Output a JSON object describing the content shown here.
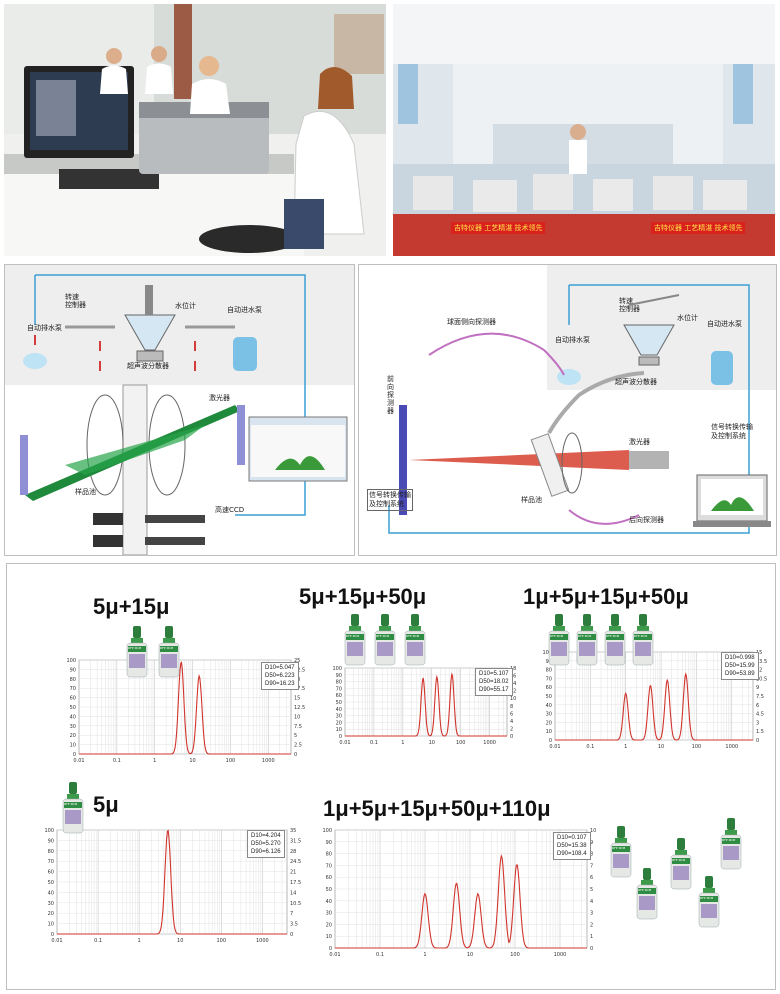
{
  "top_photos": {
    "banner_left": "吉特仪器   工艺精湛   技术领先",
    "banner_right": "吉特仪器   工艺精湛   技术领先"
  },
  "diagram_left": {
    "speed_controller": "转速\n控制器",
    "level_meter": "水位计",
    "auto_drain_pump": "自动排水泵",
    "auto_inlet_pump": "自动进水泵",
    "ultrasonic_disperser": "超声波分散器",
    "laser": "激光器",
    "sample_cell": "样品池",
    "ccd": "高速CCD"
  },
  "diagram_right": {
    "speed_controller": "转速\n控制器",
    "level_meter": "水位计",
    "auto_drain_pump": "自动排水泵",
    "auto_inlet_pump": "自动进水泵",
    "ultrasonic_disperser": "超声波分散器",
    "sphere_side_detector": "球面侧向探测器",
    "front_detector": "前\n向\n探\n测\n器",
    "laser": "激光器",
    "sample_cell": "样品池",
    "rear_detector": "后向探测器",
    "signal_left": "信号转换传输\n及控制系统",
    "signal_right": "信号转换传输\n及控制系统"
  },
  "bottle_label": "RFP RCM",
  "chart_data": [
    {
      "type": "line",
      "title": "5μ+15μ",
      "x_scale": "log",
      "x_ticks": [
        "0.01",
        "0.1",
        "1",
        "10",
        "100",
        "1000"
      ],
      "y_ticks_left": [
        "0",
        "10",
        "20",
        "30",
        "40",
        "50",
        "60",
        "70",
        "80",
        "90",
        "100"
      ],
      "y_ticks_right": [
        "0",
        "2.5",
        "5",
        "7.5",
        "10",
        "12.5",
        "15",
        "17.5",
        "20",
        "22.5",
        "25"
      ],
      "stats": [
        "D10=5.047",
        "D50=6.223",
        "D90=16.23"
      ],
      "peaks": [
        {
          "x": 5,
          "y": 98
        },
        {
          "x": 15,
          "y": 83
        }
      ]
    },
    {
      "type": "line",
      "title": "5μ+15μ+50μ",
      "x_scale": "log",
      "x_ticks": [
        "0.01",
        "0.1",
        "1",
        "10",
        "100",
        "1000"
      ],
      "y_ticks_left": [
        "0",
        "10",
        "20",
        "30",
        "40",
        "50",
        "60",
        "70",
        "80",
        "90",
        "100"
      ],
      "y_ticks_right": [
        "0",
        "2",
        "4",
        "6",
        "8",
        "10",
        "12",
        "14",
        "16",
        "18"
      ],
      "stats": [
        "D10=5.107",
        "D50=18.02",
        "D90=55.17"
      ],
      "peaks": [
        {
          "x": 5,
          "y": 85
        },
        {
          "x": 15,
          "y": 87
        },
        {
          "x": 50,
          "y": 91
        }
      ]
    },
    {
      "type": "line",
      "title": "1μ+5μ+15μ+50μ",
      "x_scale": "log",
      "x_ticks": [
        "0.01",
        "0.1",
        "1",
        "10",
        "100",
        "1000"
      ],
      "y_ticks_left": [
        "0",
        "10",
        "20",
        "30",
        "40",
        "50",
        "60",
        "70",
        "80",
        "90",
        "100"
      ],
      "y_ticks_right": [
        "0",
        "1.5",
        "3",
        "4.5",
        "6",
        "7.5",
        "9",
        "10.5",
        "12",
        "13.5",
        "15"
      ],
      "stats": [
        "D10=0.998",
        "D50=15.99",
        "D90=53.89"
      ],
      "peaks": [
        {
          "x": 1,
          "y": 53
        },
        {
          "x": 5,
          "y": 62
        },
        {
          "x": 15,
          "y": 68
        },
        {
          "x": 50,
          "y": 75
        }
      ]
    },
    {
      "type": "line",
      "title": "5μ",
      "x_scale": "log",
      "x_ticks": [
        "0.01",
        "0.1",
        "1",
        "10",
        "100",
        "1000"
      ],
      "y_ticks_left": [
        "0",
        "10",
        "20",
        "30",
        "40",
        "50",
        "60",
        "70",
        "80",
        "90",
        "100"
      ],
      "y_ticks_right": [
        "0",
        "3.5",
        "7",
        "10.5",
        "14",
        "17.5",
        "21",
        "24.5",
        "28",
        "31.5",
        "35"
      ],
      "stats": [
        "D10=4.204",
        "D50=5.270",
        "D90=6.126"
      ],
      "peaks": [
        {
          "x": 5,
          "y": 100
        }
      ]
    },
    {
      "type": "line",
      "title": "1μ+5μ+15μ+50μ+110μ",
      "x_scale": "log",
      "x_ticks": [
        "0.01",
        "0.1",
        "1",
        "10",
        "100",
        "1000"
      ],
      "y_ticks_left": [
        "0",
        "10",
        "20",
        "30",
        "40",
        "50",
        "60",
        "70",
        "80",
        "90",
        "100"
      ],
      "y_ticks_right": [
        "0",
        "1",
        "2",
        "3",
        "4",
        "5",
        "6",
        "7",
        "8",
        "9",
        "10"
      ],
      "stats": [
        "D10=0.107",
        "D50=15.38",
        "D90=108.4"
      ],
      "peaks": [
        {
          "x": 1,
          "y": 46
        },
        {
          "x": 5,
          "y": 55
        },
        {
          "x": 15,
          "y": 46
        },
        {
          "x": 50,
          "y": 78
        },
        {
          "x": 110,
          "y": 71
        }
      ]
    }
  ]
}
